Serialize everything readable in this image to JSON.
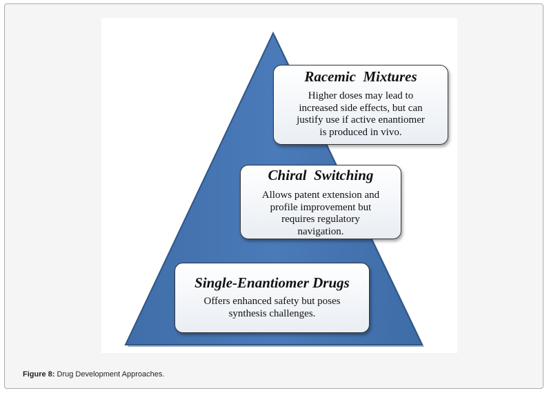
{
  "figure": {
    "caption_label": "Figure 8:",
    "caption_text": " Drug Development Approaches.",
    "colors": {
      "pyramid_fill": "#4a7ab8",
      "pyramid_edge": "#2f5585",
      "box_border": "#333333"
    },
    "tiers": [
      {
        "title": "Racemic  Mixtures",
        "lines": [
          "Higher doses may lead to",
          "increased side effects, but can",
          "justify use if active enantiomer",
          "is produced in vivo."
        ]
      },
      {
        "title": "Chiral  Switching",
        "lines": [
          "Allows patent extension and",
          "profile improvement but",
          "requires regulatory",
          "navigation."
        ]
      },
      {
        "title": "Single-Enantiomer Drugs",
        "lines": [
          "Offers enhanced safety but poses",
          "synthesis challenges."
        ]
      }
    ]
  }
}
